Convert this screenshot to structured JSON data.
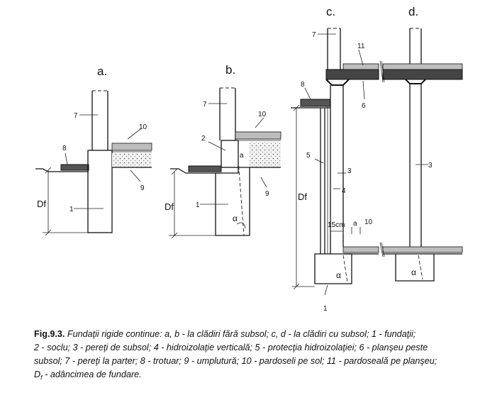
{
  "panels": {
    "a": "a.",
    "b": "b.",
    "c": "c.",
    "d": "d."
  },
  "labels": {
    "n1": "1",
    "n2": "2",
    "n3": "3",
    "n4": "4",
    "n5": "5",
    "n6": "6",
    "n7": "7",
    "n8": "8",
    "n9": "9",
    "n10": "10",
    "n11": "11",
    "df_a": "Df",
    "df_b": "Df",
    "df_c": "Df",
    "alpha": "α",
    "a_dim": "a",
    "cm15": "15cm"
  },
  "caption": {
    "fig_no": "Fig.9.3.",
    "line1": "Fundaţii rigide continue: a, b - la clădiri fără subsol; c, d - la clădiri cu subsol; 1 - fundaţii;",
    "line2": "2 - soclu; 3 - pereţi de subsol; 4 - hidroizolaţie verticală; 5 - protecţia hidroizolaţiei; 6 - planşeu peste",
    "line3": "subsol; 7 - pereţi la parter; 8 - trotuar; 9 - umplutură; 10 - pardoseli pe sol; 11 - pardoseală pe planşeu;",
    "line4_sym": "D",
    "line4_sub": "f",
    "line4_rest": " - adâncimea de fundare."
  }
}
